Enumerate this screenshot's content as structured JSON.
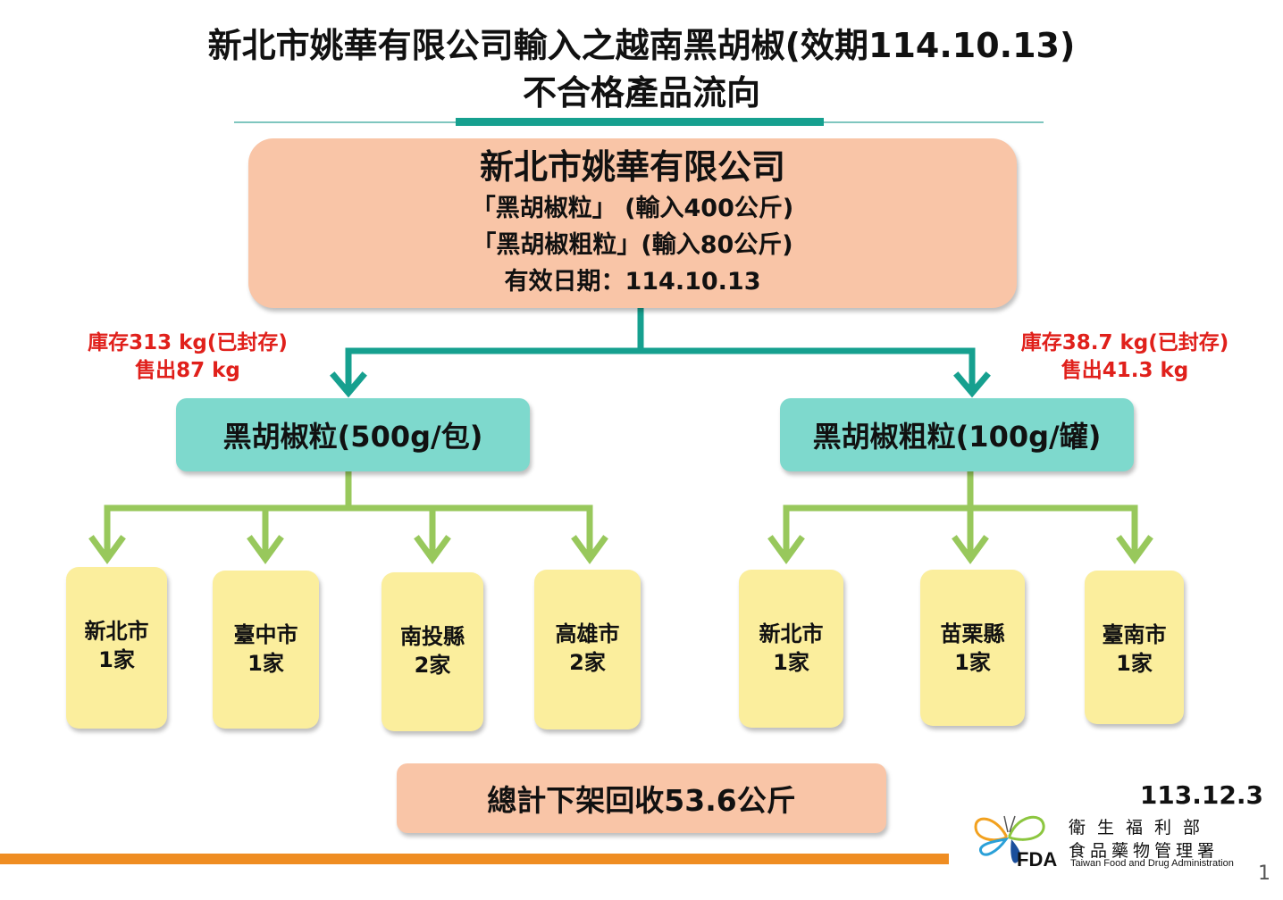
{
  "title": {
    "line1": "新北市姚華有限公司輸入之越南黑胡椒(效期114.10.13)",
    "line2": "不合格產品流向"
  },
  "importer": {
    "name": "新北市姚華有限公司",
    "product1": "「黑胡椒粒」 (輸入400公斤)",
    "product2": "「黑胡椒粗粒」(輸入80公斤)",
    "expiry": "有效日期：114.10.13"
  },
  "left_branch": {
    "product": "黑胡椒粒(500g/包)",
    "stock": "庫存313 kg(已封存)",
    "sold": "售出87 kg",
    "destinations": [
      {
        "city": "新北市",
        "count": "1家"
      },
      {
        "city": "臺中市",
        "count": "1家"
      },
      {
        "city": "南投縣",
        "count": "2家"
      },
      {
        "city": "高雄市",
        "count": "2家"
      }
    ]
  },
  "right_branch": {
    "product": "黑胡椒粗粒(100g/罐)",
    "stock": "庫存38.7 kg(已封存)",
    "sold": "售出41.3 kg",
    "destinations": [
      {
        "city": "新北市",
        "count": "1家"
      },
      {
        "city": "苗栗縣",
        "count": "1家"
      },
      {
        "city": "臺南市",
        "count": "1家"
      }
    ]
  },
  "total": "總計下架回收53.6公斤",
  "date": "113.12.3",
  "logo": {
    "org_zh_line1": "衛生福利部",
    "org_zh_line2": "食品藥物管理署",
    "org_en": "Taiwan Food and Drug Administration",
    "abbr": "FDA"
  },
  "page_number": "1",
  "colors": {
    "teal_connector": "#16a08f",
    "green_connector": "#98c85c",
    "red_note": "#e0201b",
    "orange_bar": "#ef8d22"
  }
}
